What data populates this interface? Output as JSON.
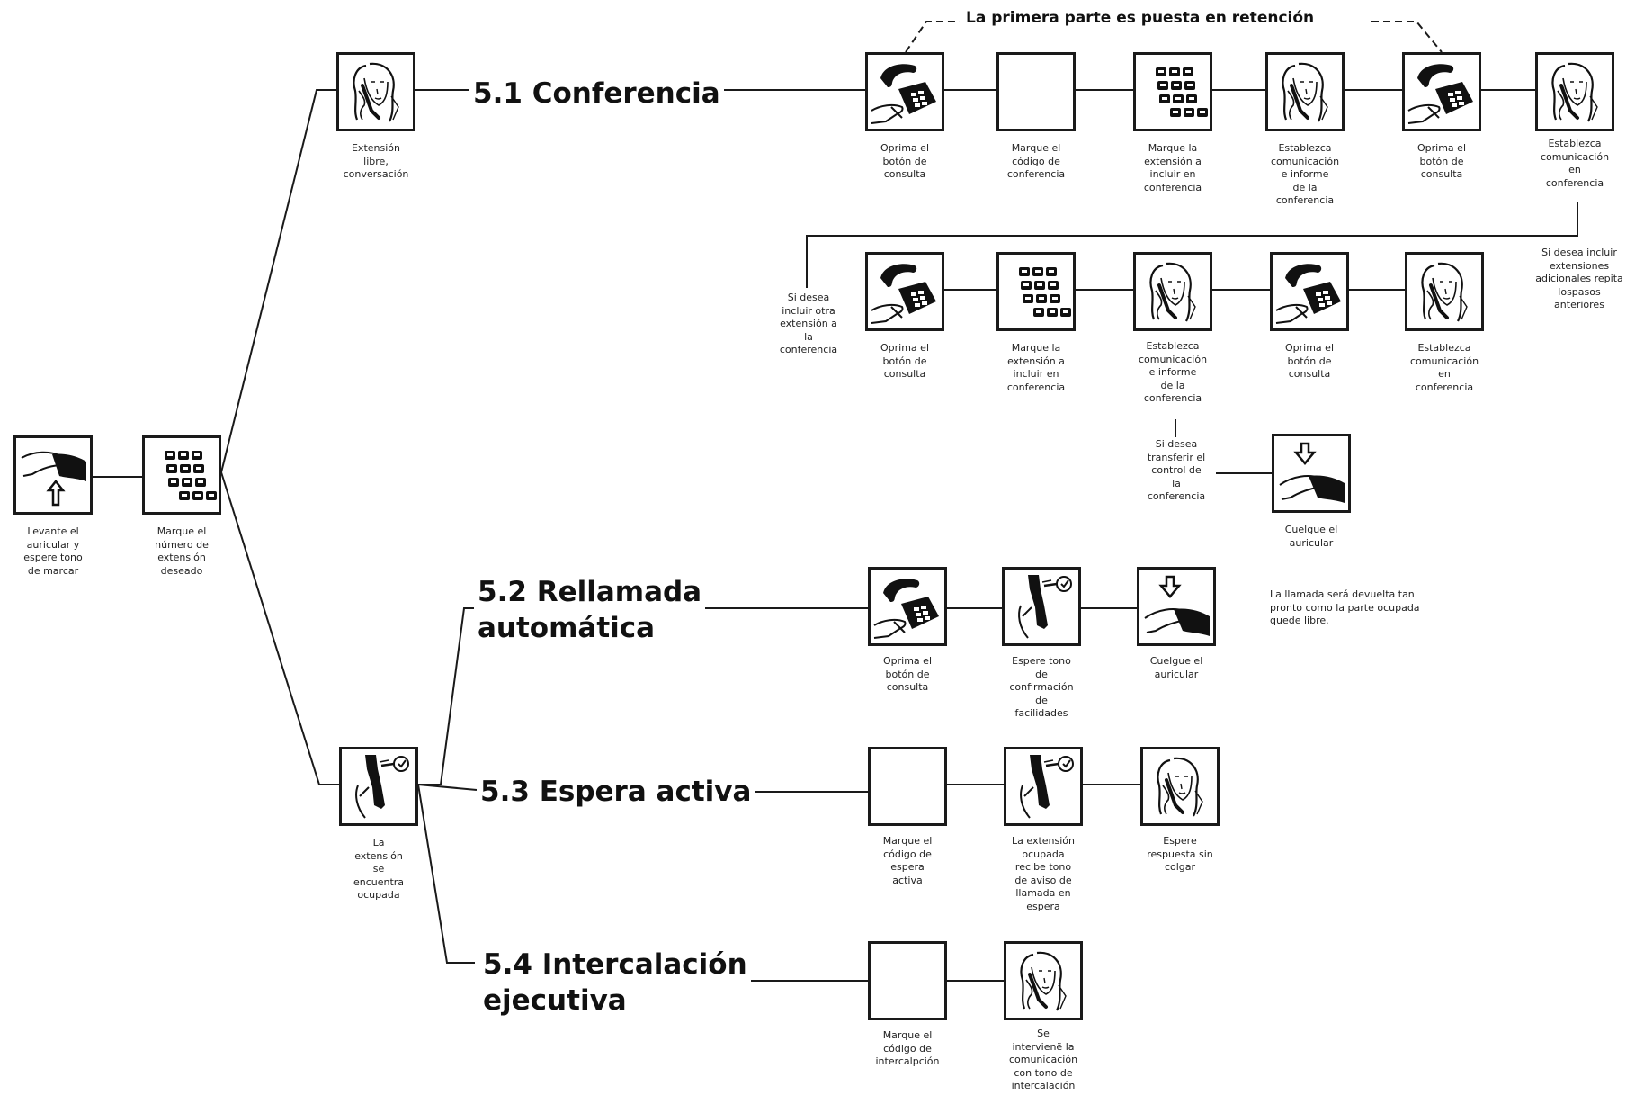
{
  "banner": "La primera parte es puesta en retención",
  "headings": {
    "conferencia": "5.1 Conferencia",
    "rellamada": "5.2 Rellamada\nautomática",
    "espera": "5.3 Espera activa",
    "intercalacion": "5.4 Intercalación\nejecutiva"
  },
  "captions": {
    "lift": "Levante el\nauricular y\nespere tono\nde marcar",
    "dial_ext": "Marque el\nnúmero de\nextensión\ndeseado",
    "free_talk": "Extensión\nlibre,\nconversación",
    "busy": "La\nextensión\nse\nencuentra\nocupada",
    "c1_consult": "Oprima el\nbotón de\nconsulta",
    "c1_code": "Marque el\ncódigo de\nconferencia",
    "c1_dial": "Marque la\nextensión a\nincluir en\nconferencia",
    "c1_inform": "Establezca\ncomunicación\ne informe\nde la\nconferencia",
    "c1_consult2": "Oprima el\nbotón de\nconsulta",
    "c1_establish": "Establezca\ncomunicación\nen\nconferencia",
    "c2_intro": "Si desea\nincluir otra\nextensión a\nla\nconferencia",
    "c2_consult": "Oprima el\nbotón de\nconsulta",
    "c2_dial": "Marque la\nextensión a\nincluir en\nconferencia",
    "c2_inform": "Establezca\ncomunicación\ne informe\nde la\nconferencia",
    "c2_consult2": "Oprima el\nbotón de\nconsulta",
    "c2_establish": "Establezca\ncomunicación\nen\nconferencia",
    "repeat_note": "Si desea incluir\nextensiones\nadicionales repita\nlospasos\nanteriores",
    "transfer_q": "Si desea\ntransferir el\ncontrol de\nla\nconferencia",
    "hangup_t": "Cuelgue el\nauricular",
    "r_consult": "Oprima el\nbotón de\nconsulta",
    "r_tone": "Espere tono\nde\nconfirmación\nde\nfacilidades",
    "r_hangup": "Cuelgue el\nauricular",
    "r_note": "La llamada será devuelta tan\npronto como la parte ocupada\nquede libre.",
    "e_code": "Marque el\ncódigo de\nespera\nactiva",
    "e_busy": "La extensión\nocupada\nrecibe tono\nde aviso de\nllamada en\nespera",
    "e_wait": "Espere\nrespuesta sin\ncolgar",
    "i_code": "Marque el\ncódigo de\nintercalpción",
    "i_intervene": "Se\nintervienë la\ncomunicación\ncon tono de\nintercalación"
  },
  "icons": {
    "lift": "lift-handset-icon",
    "keypad": "keypad-icon",
    "woman_phone": "woman-on-phone-icon",
    "consult": "telephone-consult-icon",
    "tone": "handset-tone-icon",
    "hangup": "hang-up-icon",
    "blank": "blank-code-box"
  },
  "colors": {
    "ink": "#111111",
    "paper": "#ffffff"
  }
}
